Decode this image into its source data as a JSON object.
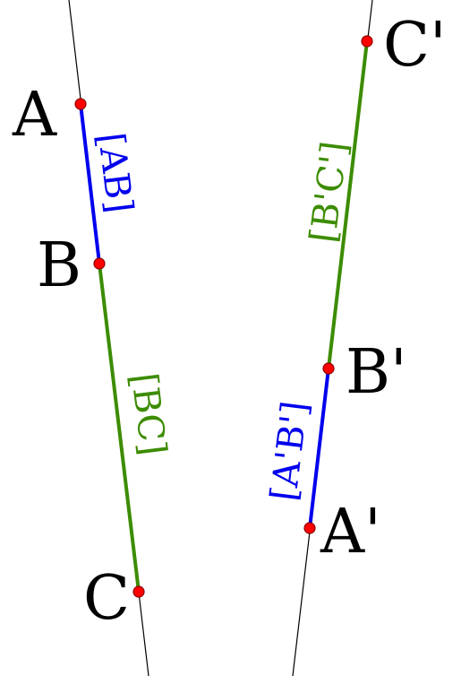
{
  "colors": {
    "background": "#ffffff",
    "line": "#000000",
    "segment_ab": "#0000ee",
    "segment_bc": "#3c8c00",
    "point_fill": "#ff0000",
    "point_stroke": "#8b0000"
  },
  "left_line": {
    "points": {
      "a": "A",
      "b": "B",
      "c": "C"
    },
    "segments": {
      "ab": "[AB]",
      "bc": "[BC]"
    }
  },
  "right_line": {
    "points": {
      "a": "A'",
      "b": "B'",
      "c": "C'"
    },
    "segments": {
      "ab": "[A'B']",
      "bc": "[B'C']"
    }
  }
}
